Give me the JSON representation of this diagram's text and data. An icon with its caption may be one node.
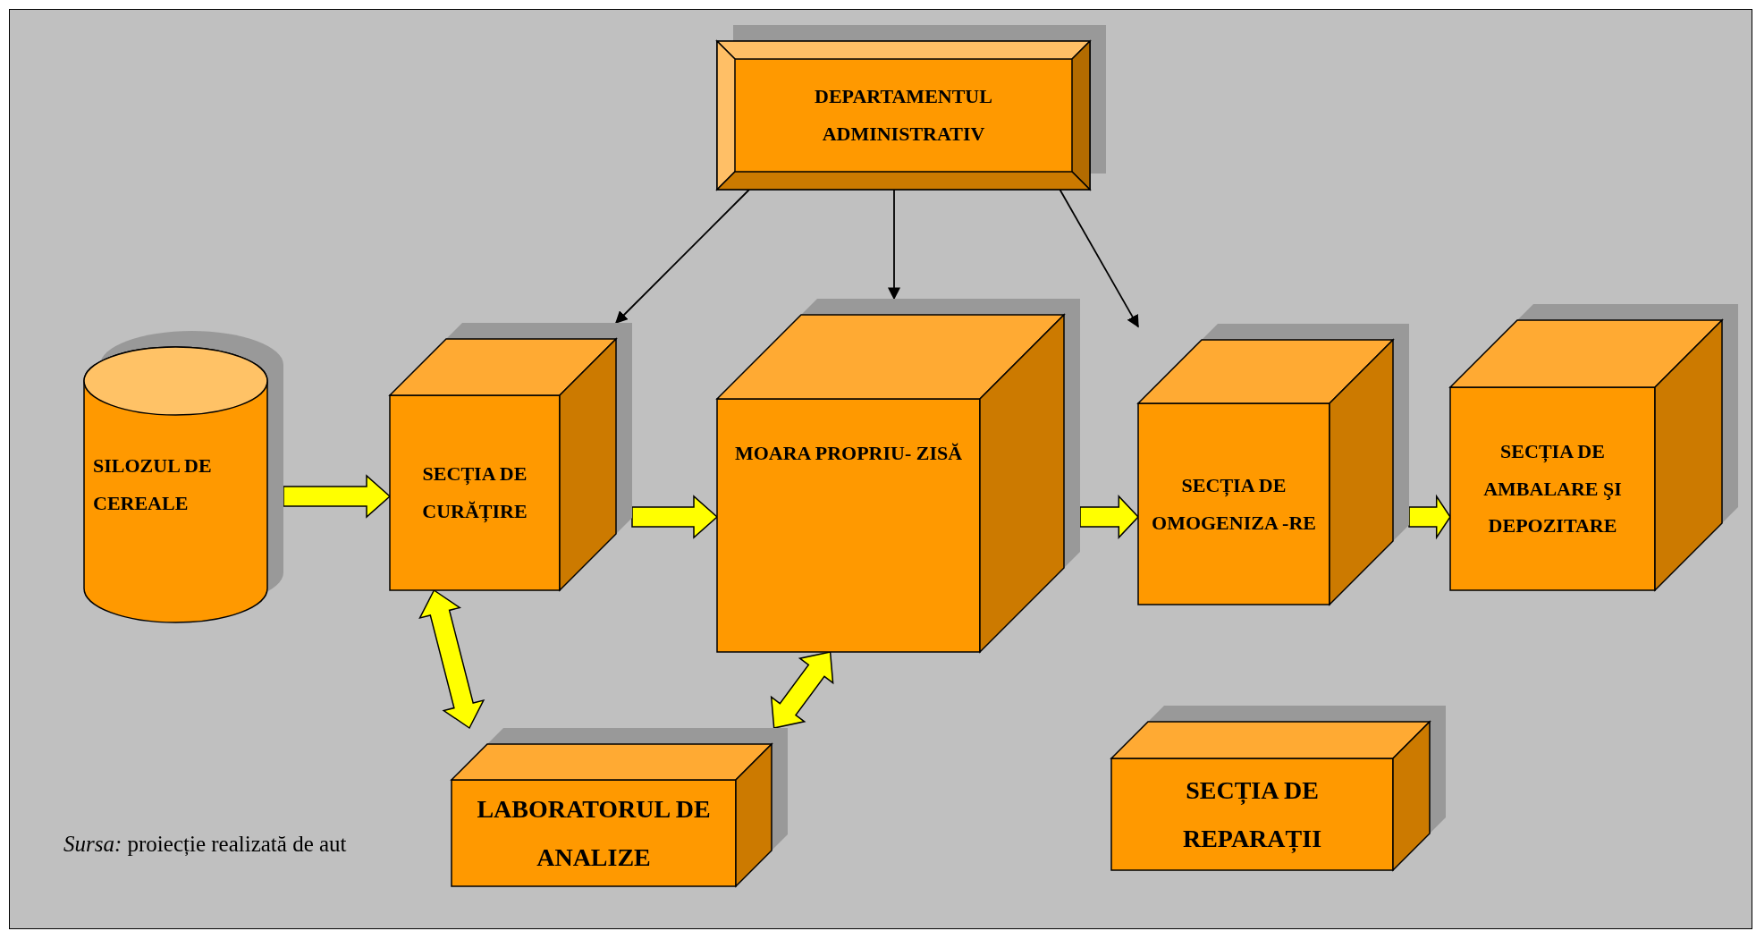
{
  "diagram": {
    "nodes": [
      {
        "text": [
          "DEPARTAMENTUL ADMINISTRATIV"
        ]
      },
      {
        "text": [
          "SILOZUL DE CEREALE"
        ]
      },
      {
        "text": [
          "SECȚIA  DE CURĂȚIRE"
        ]
      },
      {
        "text": [
          "MOARA PROPRIU- ZISĂ"
        ]
      },
      {
        "text": [
          "SECȚIA DE OMOGENIZA -RE"
        ]
      },
      {
        "text": [
          "SECȚIA DE AMBALARE ŞI DEPOZITARE"
        ]
      },
      {
        "text": [
          "LABORATORUL DE ANALIZE"
        ]
      },
      {
        "text": [
          "SECȚIA DE REPARAȚII"
        ]
      }
    ],
    "edges": [
      {
        "from": 0,
        "to": 2,
        "arrow": "to",
        "color": "#000000"
      },
      {
        "from": 0,
        "to": 3,
        "arrow": "to",
        "color": "#000000"
      },
      {
        "from": 0,
        "to": 4,
        "arrow": "to",
        "color": "#000000"
      },
      {
        "from": 1,
        "to": 2,
        "arrow": "to",
        "style": "thick"
      },
      {
        "from": 2,
        "to": 3,
        "arrow": "to",
        "style": "thick"
      },
      {
        "from": 3,
        "to": 4,
        "arrow": "to",
        "style": "thick"
      },
      {
        "from": 4,
        "to": 5,
        "arrow": "to",
        "style": "thick"
      },
      {
        "from": 2,
        "to": 6,
        "arrow": "both",
        "style": "thick"
      },
      {
        "from": 3,
        "to": 6,
        "arrow": "both",
        "style": "thick"
      }
    ],
    "labels": [
      "*Sursa:* proiecție realizată de aut"
    ]
  }
}
